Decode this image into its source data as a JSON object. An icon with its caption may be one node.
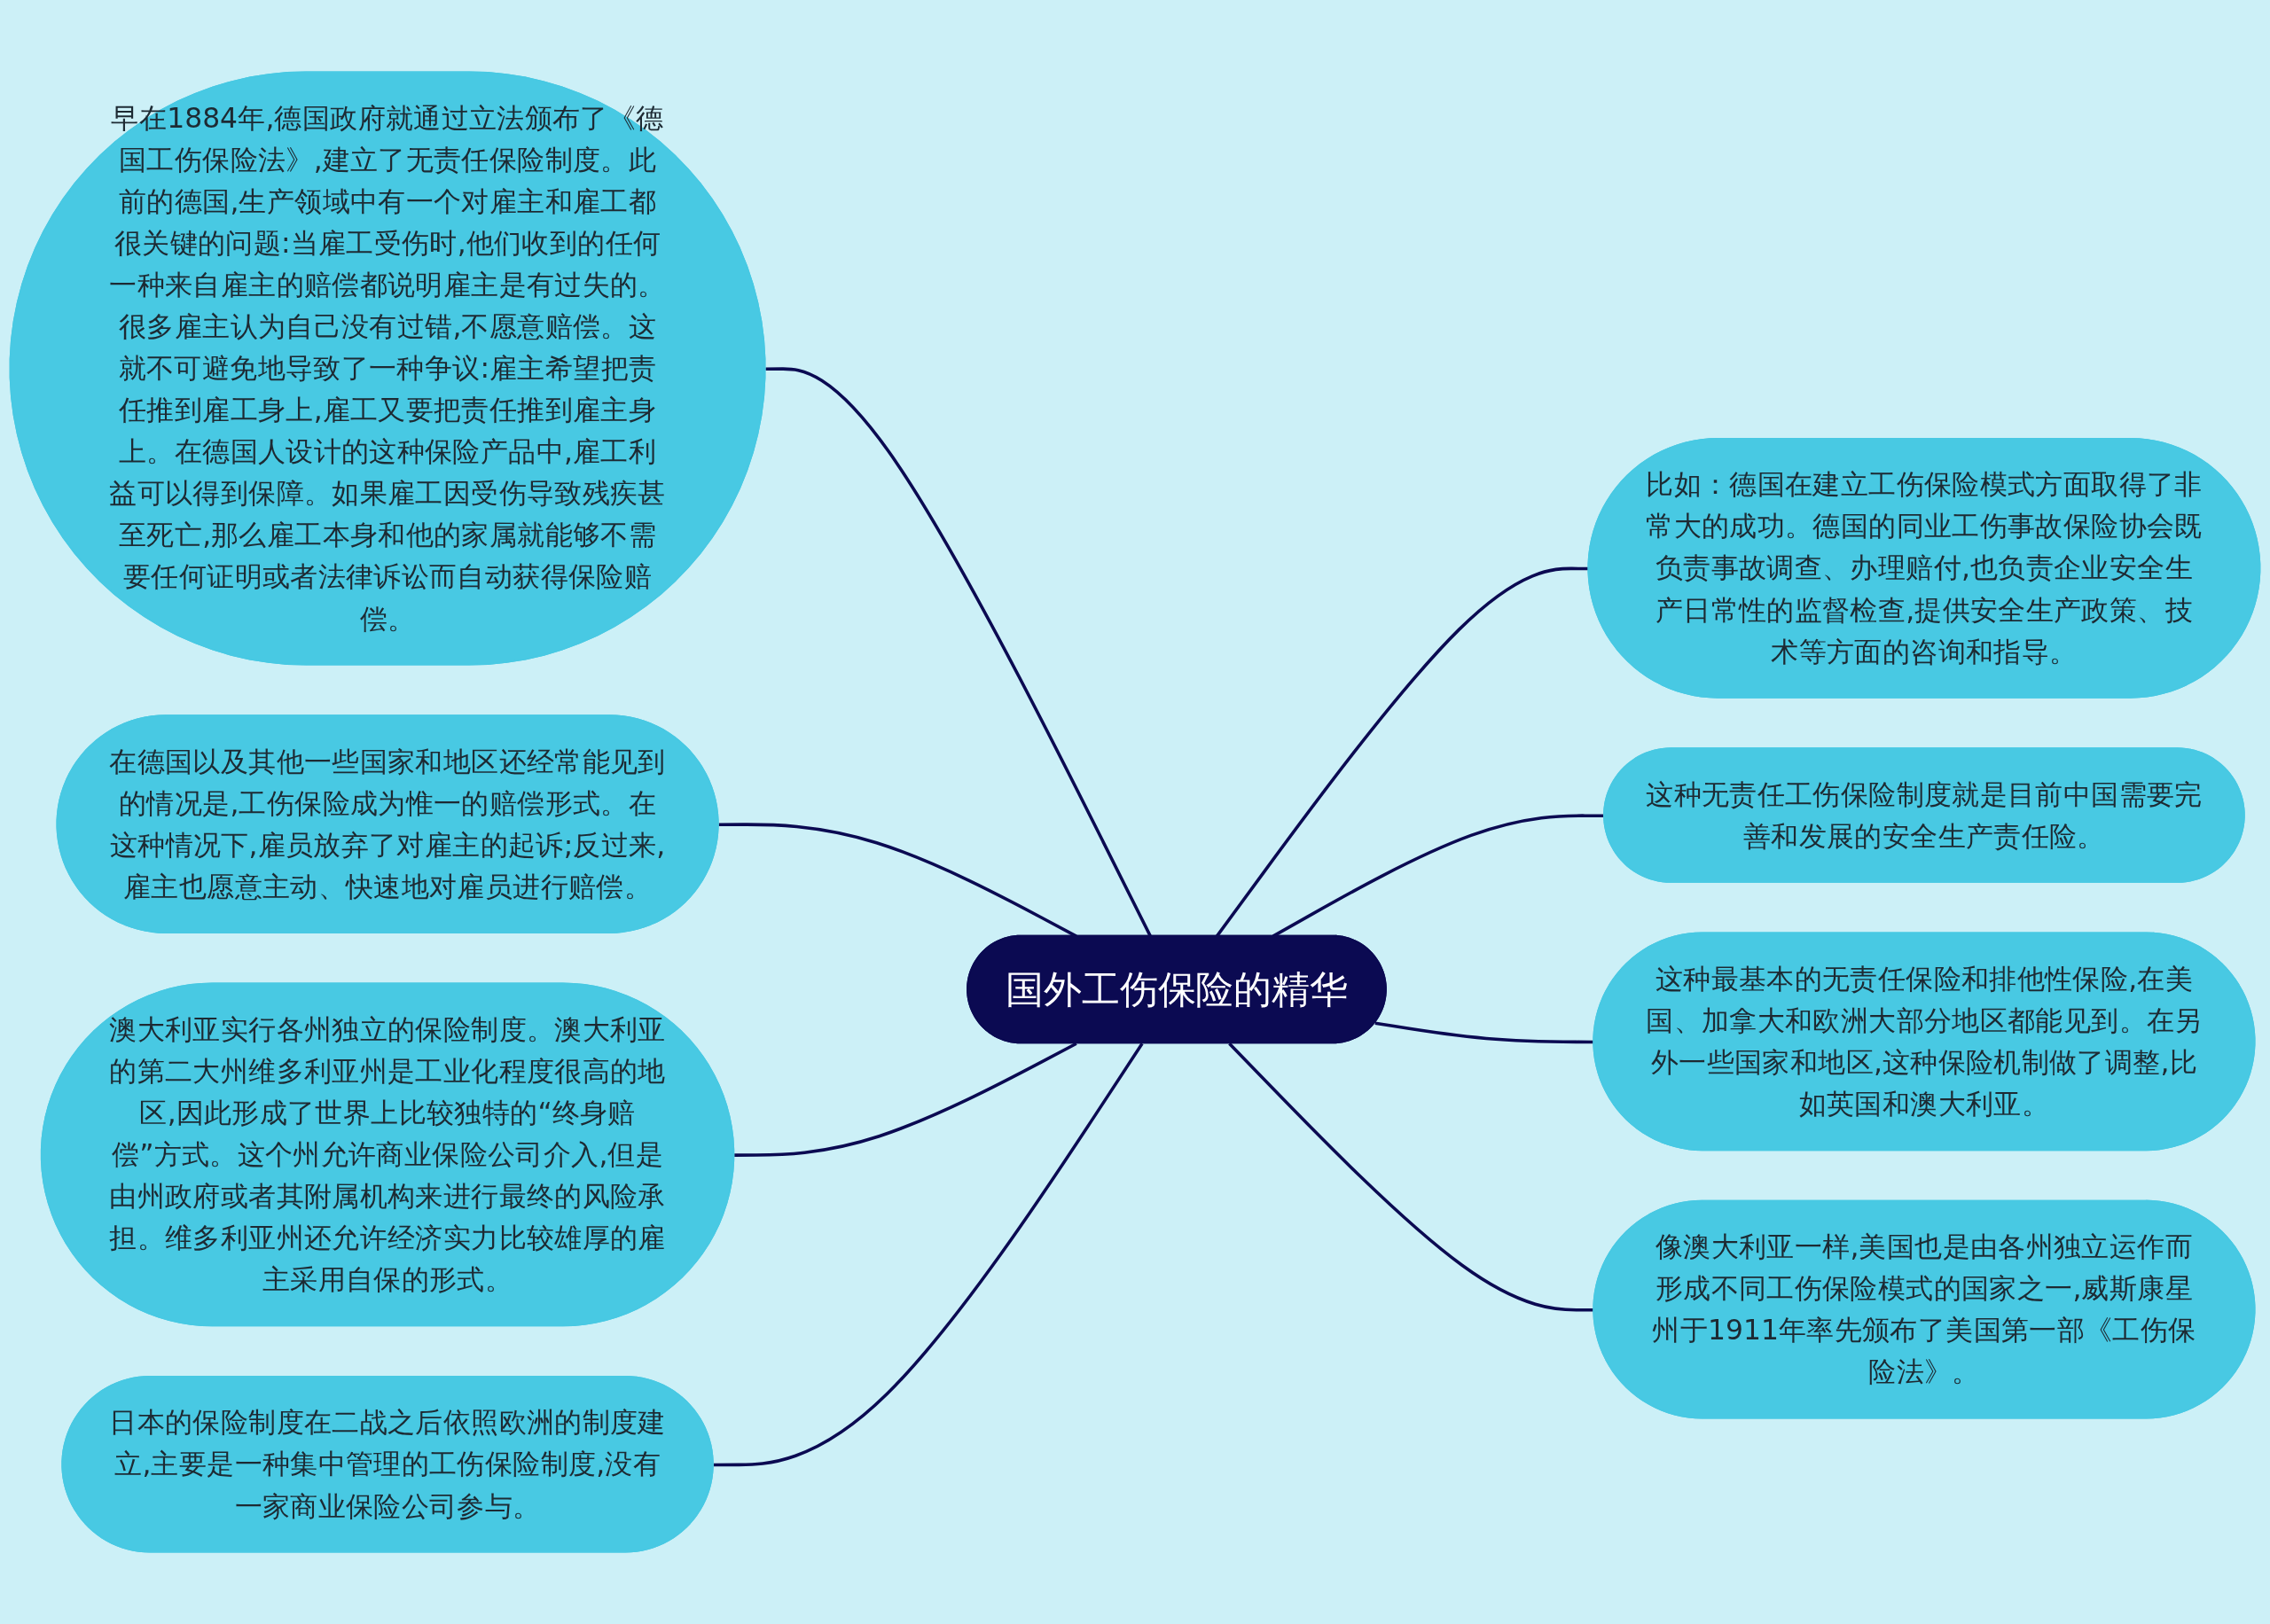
{
  "diagram": {
    "nodes": [
      {
        "text": [
          "国外工伤保险的精华"
        ]
      },
      {
        "text": [
          "早在1884年,德国政府就通过立法颁布了《德国工伤保险法》,建立了无责任保险制度。此前的德国,生产领域中有一个对雇主和雇工都很关键的问题:当雇工受伤时,他们收到的任何一种来自雇主的赔偿都说明雇主是有过失的。很多雇主认为自己没有过错,不愿意赔偿。这就不可避免地导致了一种争议:雇主希望把责任推到雇工身上,雇工又要把责任推到雇主身上。在德国人设计的这种保险产品中,雇工利益可以得到保障。如果雇工因受伤导致残疾甚至死亡,那么雇工本身和他的家属就能够不需要任何证明或者法律诉讼而自动获得保险赔偿。"
        ]
      },
      {
        "text": [
          "在德国以及其他一些国家和地区还经常能见到的情况是,工伤保险成为惟一的赔偿形式。在这种情况下,雇员放弃了对雇主的起诉;反过来,雇主也愿意主动、快速地对雇员进行赔偿。"
        ]
      },
      {
        "text": [
          "澳大利亚实行各州独立的保险制度。澳大利亚的第二大州维多利亚州是工业化程度很高的地区,因此形成了世界上比较独特的“终身赔偿”方式。这个州允许商业保险公司介入,但是由州政府或者其附属机构来进行最终的风险承担。维多利亚州还允许经济实力比较雄厚的雇主采用自保的形式。"
        ]
      },
      {
        "text": [
          "日本的保险制度在二战之后依照欧洲的制度建立,主要是一种集中管理的工伤保险制度,没有一家商业保险公司参与。"
        ]
      },
      {
        "text": [
          "比如：德国在建立工伤保险模式方面取得了非常大的成功。德国的同业工伤事故保险协会既负责事故调查、办理赔付,也负责企业安全生产日常性的监督检查,提供安全生产政策、技术等方面的咨询和指导。"
        ]
      },
      {
        "text": [
          "这种无责任工伤保险制度就是目前中国需要完善和发展的安全生产责任险。"
        ]
      },
      {
        "text": [
          "这种最基本的无责任保险和排他性保险,在美国、加拿大和欧洲大部分地区都能见到。在另外一些国家和地区,这种保险机制做了调整,比如英国和澳大利亚。"
        ]
      },
      {
        "text": [
          "像澳大利亚一样,美国也是由各州独立运作而形成不同工伤保险模式的国家之一,威斯康星州于1911年率先颁布了美国第一部《工伤保险法》。"
        ]
      }
    ],
    "edges": [
      {
        "from": 0,
        "to": 1,
        "arrow": "none"
      },
      {
        "from": 0,
        "to": 2,
        "arrow": "none"
      },
      {
        "from": 0,
        "to": 3,
        "arrow": "none"
      },
      {
        "from": 0,
        "to": 4,
        "arrow": "none"
      },
      {
        "from": 0,
        "to": 5,
        "arrow": "none"
      },
      {
        "from": 0,
        "to": 6,
        "arrow": "none"
      },
      {
        "from": 0,
        "to": 7,
        "arrow": "none"
      },
      {
        "from": 0,
        "to": 8,
        "arrow": "none"
      }
    ]
  }
}
